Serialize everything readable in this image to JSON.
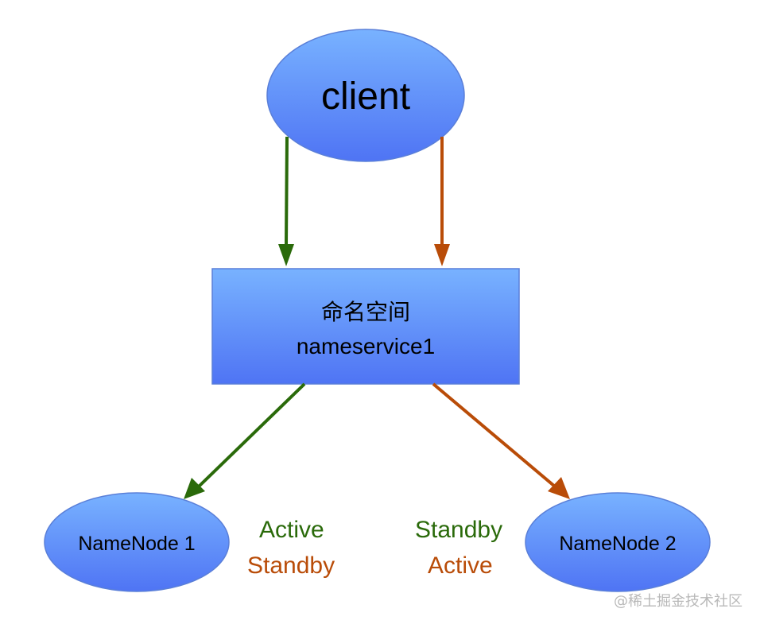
{
  "diagram": {
    "nodes": {
      "client": {
        "label": "client"
      },
      "nameservice": {
        "line1": "命名空间",
        "line2": "nameservice1"
      },
      "namenode1": {
        "label": "NameNode 1"
      },
      "namenode2": {
        "label": "NameNode 2"
      }
    },
    "states": {
      "namenode1": {
        "primary": "Active",
        "secondary": "Standby"
      },
      "namenode2": {
        "primary": "Standby",
        "secondary": "Active"
      }
    },
    "edges": [
      {
        "from": "client",
        "to": "nameservice",
        "scenario": "primary"
      },
      {
        "from": "client",
        "to": "nameservice",
        "scenario": "secondary"
      },
      {
        "from": "nameservice",
        "to": "namenode1",
        "scenario": "primary"
      },
      {
        "from": "nameservice",
        "to": "namenode2",
        "scenario": "secondary"
      }
    ],
    "colors": {
      "primary": "#2a6a0a",
      "secondary": "#b94c08",
      "node_fill_top": "#77b0ff",
      "node_fill_bottom": "#5077f5",
      "node_stroke": "#5a7fd8"
    }
  },
  "watermark": "@稀土掘金技术社区"
}
